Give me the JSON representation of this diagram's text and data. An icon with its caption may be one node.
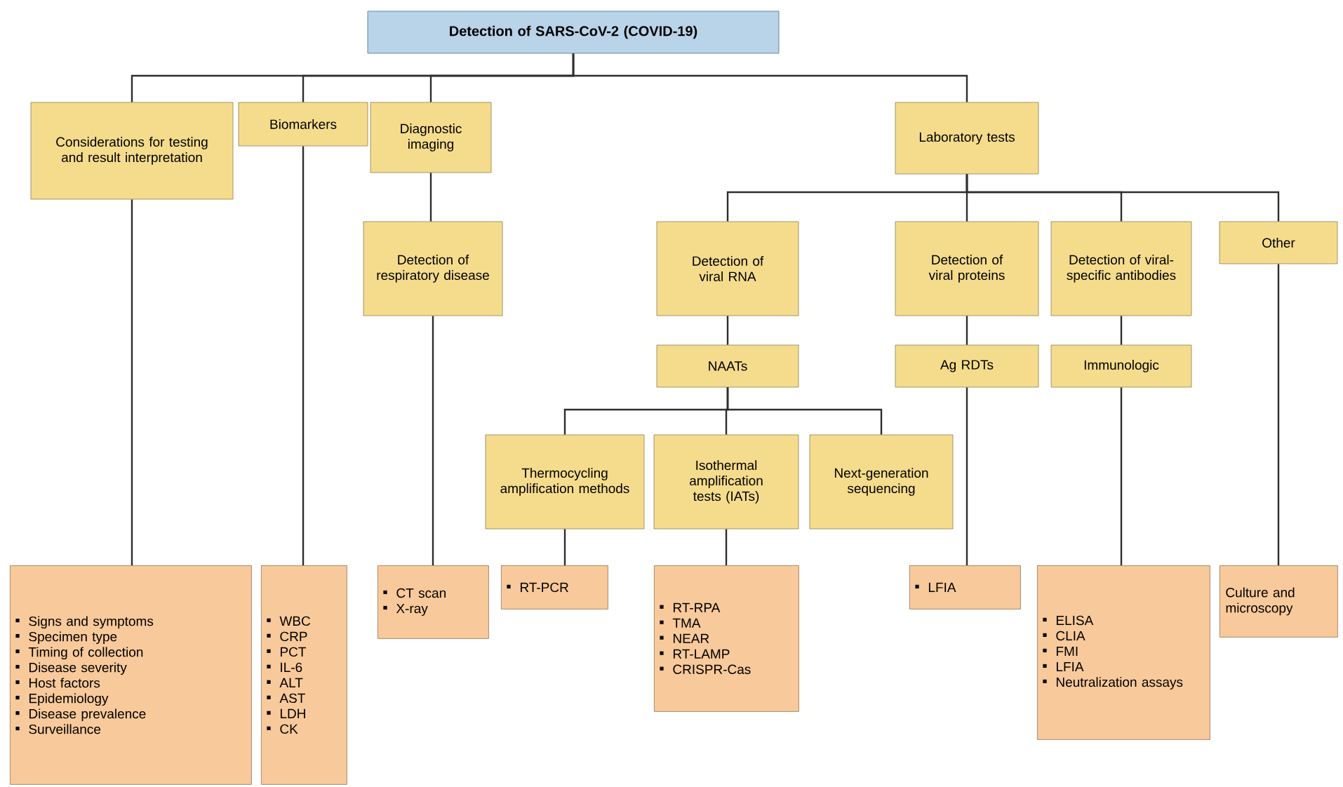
{
  "diagram": {
    "nodes": [
      {
        "text": [
          "Detection of SARS-CoV-2 (COVID-19)"
        ]
      },
      {
        "text": [
          "Considerations for testing and result interpretation"
        ]
      },
      {
        "text": [
          "Biomarkers"
        ]
      },
      {
        "text": [
          "Diagnostic imaging"
        ]
      },
      {
        "text": [
          "Laboratory tests"
        ]
      },
      {
        "text": [
          "Detection of respiratory disease"
        ]
      },
      {
        "text": [
          "Detection of viral RNA"
        ]
      },
      {
        "text": [
          "Detection of viral proteins"
        ]
      },
      {
        "text": [
          "Detection of viral-specific antibodies"
        ]
      },
      {
        "text": [
          "Other"
        ]
      },
      {
        "text": [
          "NAATs"
        ]
      },
      {
        "text": [
          "Ag RDTs"
        ]
      },
      {
        "text": [
          "Immunologic"
        ]
      },
      {
        "text": [
          "Thermocycling amplification methods"
        ]
      },
      {
        "text": [
          "Isothermal amplification tests (IATs)"
        ]
      },
      {
        "text": [
          "Next-generation sequencing"
        ]
      },
      {
        "text": [
          "Signs and symptoms",
          "Specimen type",
          "Timing of collection",
          "Disease severity",
          "Host factors",
          "Epidemiology",
          "Disease prevalence",
          "Surveillance"
        ]
      },
      {
        "text": [
          "WBC",
          "CRP",
          "PCT",
          "IL-6",
          "ALT",
          "AST",
          "LDH",
          "CK"
        ]
      },
      {
        "text": [
          "CT scan",
          "X-ray"
        ]
      },
      {
        "text": [
          "RT-PCR"
        ]
      },
      {
        "text": [
          "RT-RPA",
          "TMA",
          "NEAR",
          "RT-LAMP",
          "CRISPR-Cas"
        ]
      },
      {
        "text": [
          "LFIA"
        ]
      },
      {
        "text": [
          "ELISA",
          "CLIA",
          "FMI",
          "LFIA",
          "Neutralization assays"
        ]
      },
      {
        "text": [
          "Culture and microscopy"
        ]
      }
    ],
    "edges": [
      {
        "from": 0,
        "to": 1,
        "arrow": "none"
      },
      {
        "from": 0,
        "to": 2,
        "arrow": "none"
      },
      {
        "from": 0,
        "to": 3,
        "arrow": "none"
      },
      {
        "from": 0,
        "to": 4,
        "arrow": "none"
      },
      {
        "from": 1,
        "to": 16,
        "arrow": "none"
      },
      {
        "from": 2,
        "to": 17,
        "arrow": "none"
      },
      {
        "from": 3,
        "to": 5,
        "arrow": "none"
      },
      {
        "from": 5,
        "to": 18,
        "arrow": "none"
      },
      {
        "from": 4,
        "to": 6,
        "arrow": "none"
      },
      {
        "from": 4,
        "to": 7,
        "arrow": "none"
      },
      {
        "from": 4,
        "to": 8,
        "arrow": "none"
      },
      {
        "from": 4,
        "to": 9,
        "arrow": "none"
      },
      {
        "from": 6,
        "to": 10,
        "arrow": "none"
      },
      {
        "from": 10,
        "to": 13,
        "arrow": "none"
      },
      {
        "from": 10,
        "to": 14,
        "arrow": "none"
      },
      {
        "from": 10,
        "to": 15,
        "arrow": "none"
      },
      {
        "from": 13,
        "to": 19,
        "arrow": "none"
      },
      {
        "from": 14,
        "to": 20,
        "arrow": "none"
      },
      {
        "from": 7,
        "to": 11,
        "arrow": "none"
      },
      {
        "from": 11,
        "to": 21,
        "arrow": "none"
      },
      {
        "from": 8,
        "to": 12,
        "arrow": "none"
      },
      {
        "from": 12,
        "to": 22,
        "arrow": "none"
      },
      {
        "from": 9,
        "to": 23,
        "arrow": "none"
      }
    ]
  }
}
